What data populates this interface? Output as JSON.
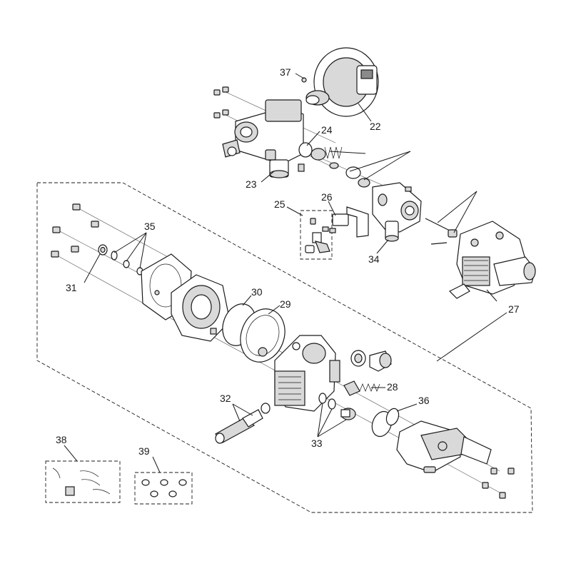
{
  "callouts": [
    "37",
    "22",
    "24",
    "23",
    "25",
    "26",
    "34",
    "27",
    "35",
    "31",
    "30",
    "29",
    "28",
    "36",
    "32",
    "33",
    "38",
    "39"
  ]
}
